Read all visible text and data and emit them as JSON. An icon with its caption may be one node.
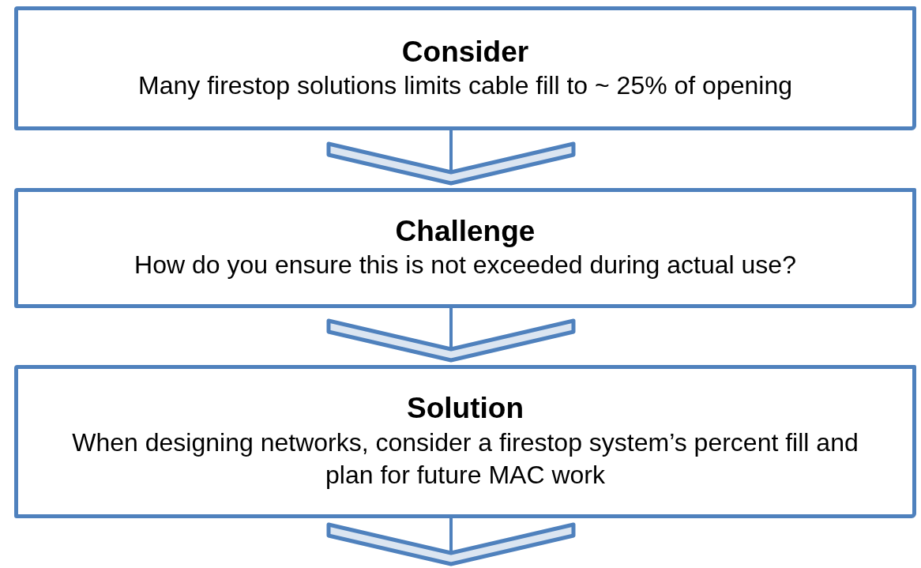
{
  "diagram": {
    "nodes": [
      {
        "text": [
          "Consider",
          "Many firestop solutions limits cable fill to ~ 25% of opening"
        ]
      },
      {
        "text": [
          "Challenge",
          "How do you ensure this is not exceeded during actual use?"
        ]
      },
      {
        "text": [
          "Solution",
          "When designing networks, consider a firestop system’s percent fill and plan for future MAC work"
        ]
      }
    ],
    "edges": [
      {
        "from": 0,
        "to": 1,
        "arrow": "to"
      },
      {
        "from": 1,
        "to": 2,
        "arrow": "to"
      },
      {
        "from": 2,
        "to": null,
        "arrow": "to"
      }
    ]
  }
}
